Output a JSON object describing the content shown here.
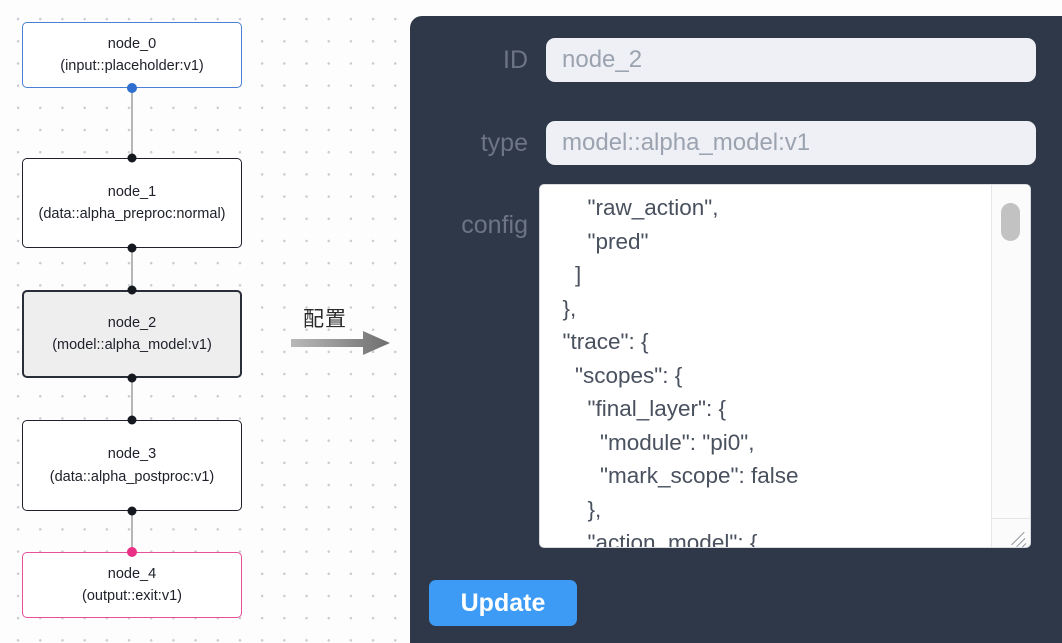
{
  "graph": {
    "nodes": [
      {
        "id": "node_0",
        "title": "node_0",
        "subtitle": "(input::placeholder:v1)",
        "kind": "input"
      },
      {
        "id": "node_1",
        "title": "node_1",
        "subtitle": "(data::alpha_preproc:normal)",
        "kind": "default"
      },
      {
        "id": "node_2",
        "title": "node_2",
        "subtitle": "(model::alpha_model:v1)",
        "kind": "selected"
      },
      {
        "id": "node_3",
        "title": "node_3",
        "subtitle": "(data::alpha_postproc:v1)",
        "kind": "default"
      },
      {
        "id": "node_4",
        "title": "node_4",
        "subtitle": "(output::exit:v1)",
        "kind": "output"
      }
    ],
    "colors": {
      "input_border": "#4a7fd4",
      "output_border": "#e8519a",
      "default_border": "#20222b",
      "selected_fill": "#eeeeee",
      "edge": "#b6b6b6",
      "handle": "#16181f",
      "handle_input": "#2f6fd0",
      "handle_output": "#ea2f87"
    }
  },
  "annotation": {
    "label": "配置",
    "arrow_icon": "arrow-right-icon",
    "arrow_color": "#8a8a8a"
  },
  "panel": {
    "background": "#2f3848",
    "fields": [
      {
        "key": "id",
        "label": "ID",
        "value": "node_2"
      },
      {
        "key": "type",
        "label": "type",
        "value": "model::alpha_model:v1"
      },
      {
        "key": "config",
        "label": "config",
        "value": ""
      }
    ],
    "config_text": "      \"raw_action\",\n      \"pred\"\n    ]\n  },\n  \"trace\": {\n    \"scopes\": {\n      \"final_layer\": {\n        \"module\": \"pi0\",\n        \"mark_scope\": false\n      },\n      \"action_model\": {",
    "scrollbar": {
      "name": "vertical-scrollbar",
      "thumb_position": "top"
    },
    "resize_handle": "resize-grip-icon",
    "update_button": {
      "label": "Update",
      "color": "#3d9bf5"
    }
  }
}
